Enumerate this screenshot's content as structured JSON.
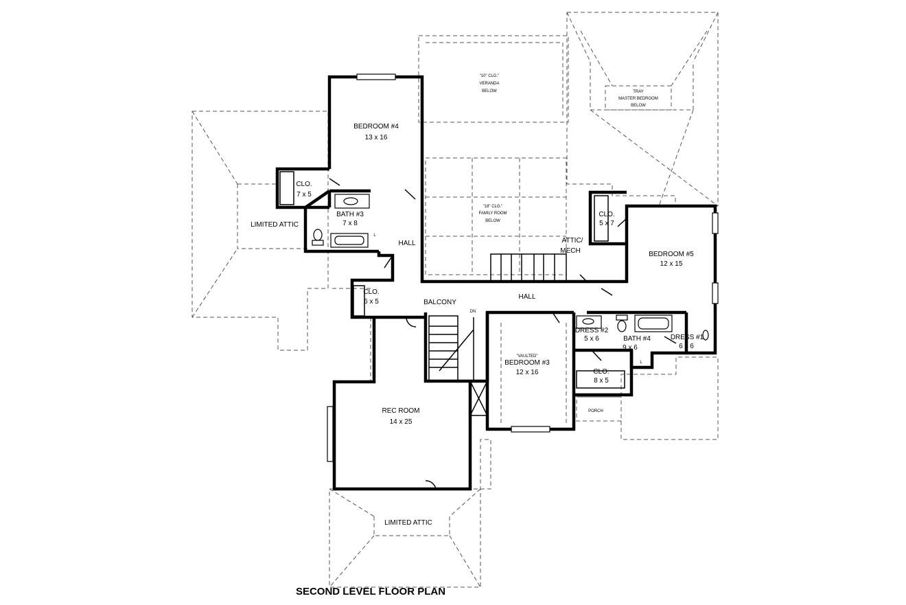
{
  "plan_title": "SECOND LEVEL FLOOR PLAN",
  "rooms": {
    "bedroom4": {
      "name": "BEDROOM #4",
      "size": "13 x 16"
    },
    "clo_b4": {
      "name": "CLO.",
      "size": "7 x 5"
    },
    "bath3": {
      "name": "BATH #3",
      "size": "7 x 8"
    },
    "limited_attic_left": {
      "name": "LIMITED ATTIC"
    },
    "hall_left": {
      "name": "HALL"
    },
    "veranda": {
      "line1": "\"10\" CLG.\"",
      "line2": "VERANDA",
      "line3": "BELOW"
    },
    "tray": {
      "line1": "TRAY",
      "line2": "MASTER BEDROOM",
      "line3": "BELOW"
    },
    "family_room": {
      "line1": "\"18\" CLG.\"",
      "line2": "FAMILY ROOM",
      "line3": "BELOW"
    },
    "attic_mech": {
      "line1": "ATTIC/",
      "line2": "MECH"
    },
    "clo_b5": {
      "name": "CLO.",
      "size": "5 x 7"
    },
    "bedroom5": {
      "name": "BEDROOM #5",
      "size": "12 x 15"
    },
    "clo_balcony": {
      "name": "CLO.",
      "size": "6 x 5"
    },
    "balcony": {
      "name": "BALCONY"
    },
    "hall_main": {
      "name": "HALL"
    },
    "dn": {
      "name": "DN"
    },
    "bedroom3": {
      "note": "\"VAULTED\"",
      "name": "BEDROOM #3",
      "size": "12 x 16"
    },
    "dress2": {
      "name": "DRESS #2",
      "size": "5 x 6"
    },
    "bath4": {
      "name": "BATH #4",
      "size": "9 x 6"
    },
    "dress1": {
      "name": "DRESS #1",
      "size": "6 x 6"
    },
    "clo_b3": {
      "name": "CLO.",
      "size": "8 x 5"
    },
    "porch": {
      "name": "PORCH"
    },
    "rec_room": {
      "name": "REC ROOM",
      "size": "14 x 25"
    },
    "limited_attic_bottom": {
      "name": "LIMITED ATTIC"
    },
    "linen_b3": {
      "name": "L"
    },
    "linen_b4": {
      "name": "L"
    }
  }
}
